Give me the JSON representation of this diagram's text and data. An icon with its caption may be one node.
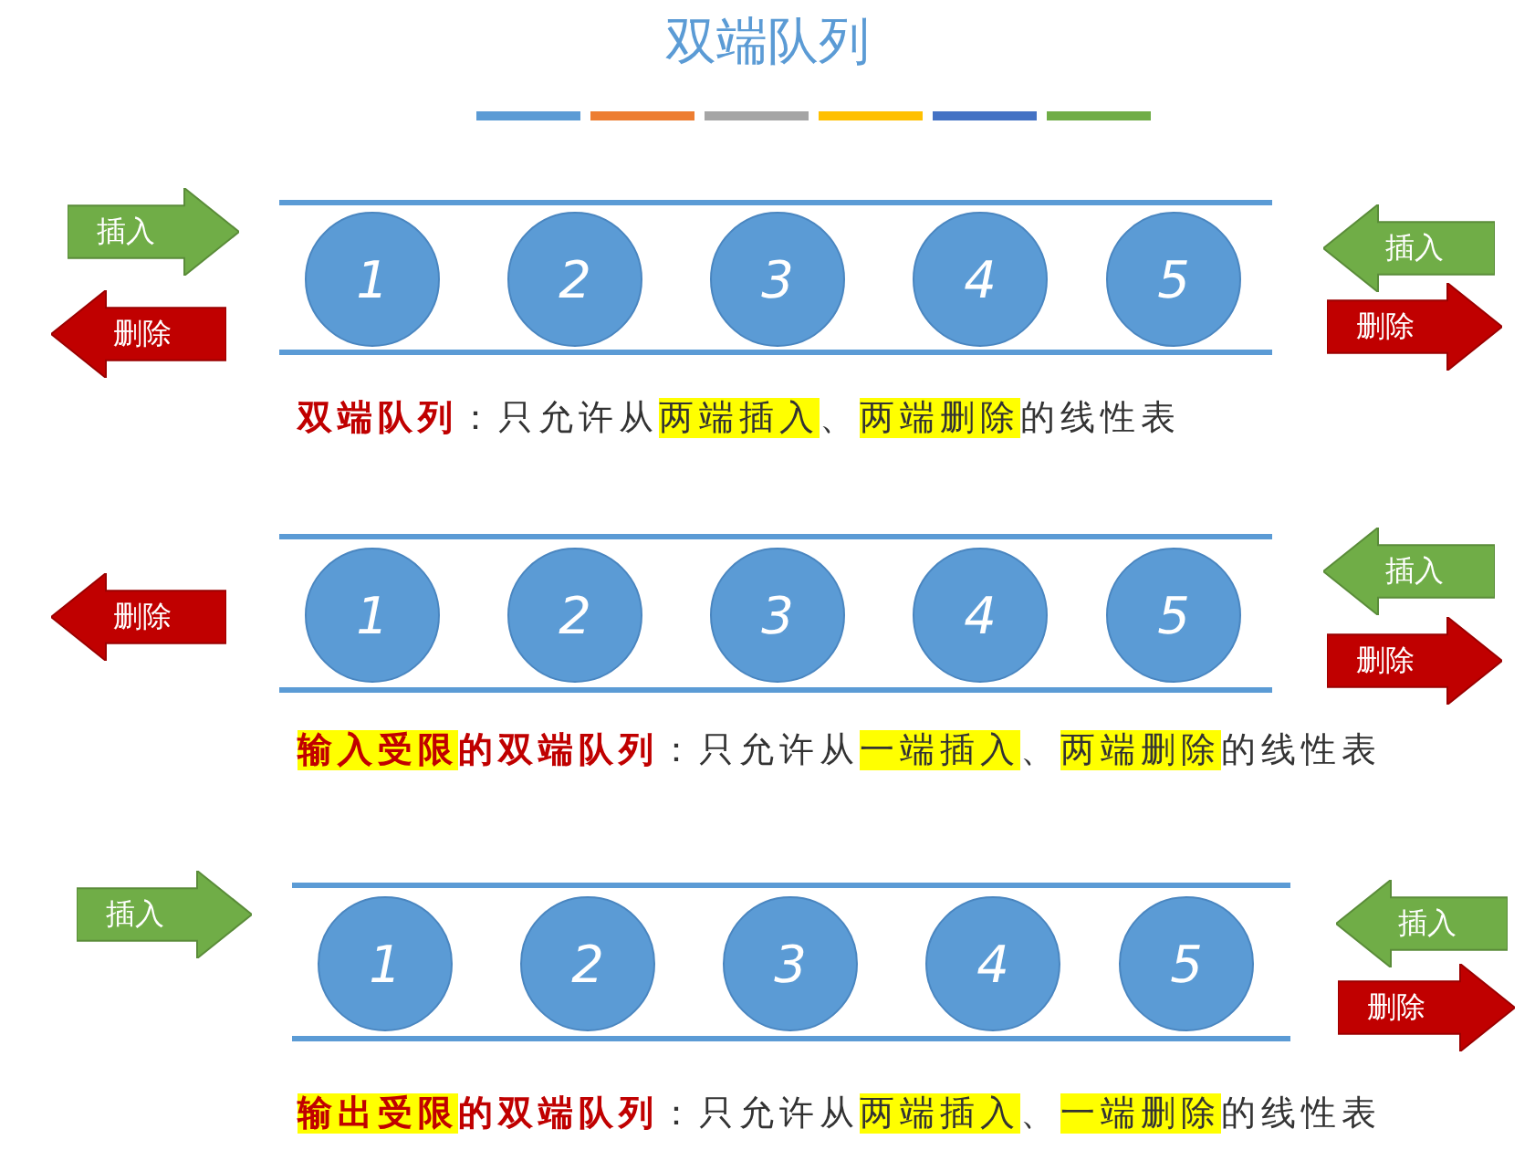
{
  "diagram": {
    "title": "双端队列",
    "nodes": [
      {
        "text": [
          "插入"
        ]
      },
      {
        "text": [
          "删除"
        ]
      },
      {
        "text": [
          "1"
        ]
      },
      {
        "text": [
          "2"
        ]
      },
      {
        "text": [
          "3"
        ]
      },
      {
        "text": [
          "4"
        ]
      },
      {
        "text": [
          "5"
        ]
      },
      {
        "text": [
          "插入"
        ]
      },
      {
        "text": [
          "删除"
        ]
      },
      {
        "text": [
          "删除"
        ]
      },
      {
        "text": [
          "1"
        ]
      },
      {
        "text": [
          "2"
        ]
      },
      {
        "text": [
          "3"
        ]
      },
      {
        "text": [
          "4"
        ]
      },
      {
        "text": [
          "5"
        ]
      },
      {
        "text": [
          "插入"
        ]
      },
      {
        "text": [
          "删除"
        ]
      },
      {
        "text": [
          "插入"
        ]
      },
      {
        "text": [
          "1"
        ]
      },
      {
        "text": [
          "2"
        ]
      },
      {
        "text": [
          "3"
        ]
      },
      {
        "text": [
          "4"
        ]
      },
      {
        "text": [
          "5"
        ]
      },
      {
        "text": [
          "插入"
        ]
      },
      {
        "text": [
          "删除"
        ]
      }
    ],
    "labels": [
      "双端队列：只允许从两端插入、两端删除的线性表",
      "输入受限的双端队列：只允许从一端插入、两端删除的线性表",
      "输出受限的双端队列：只允许从两端插入、一端删除的线性表"
    ]
  }
}
